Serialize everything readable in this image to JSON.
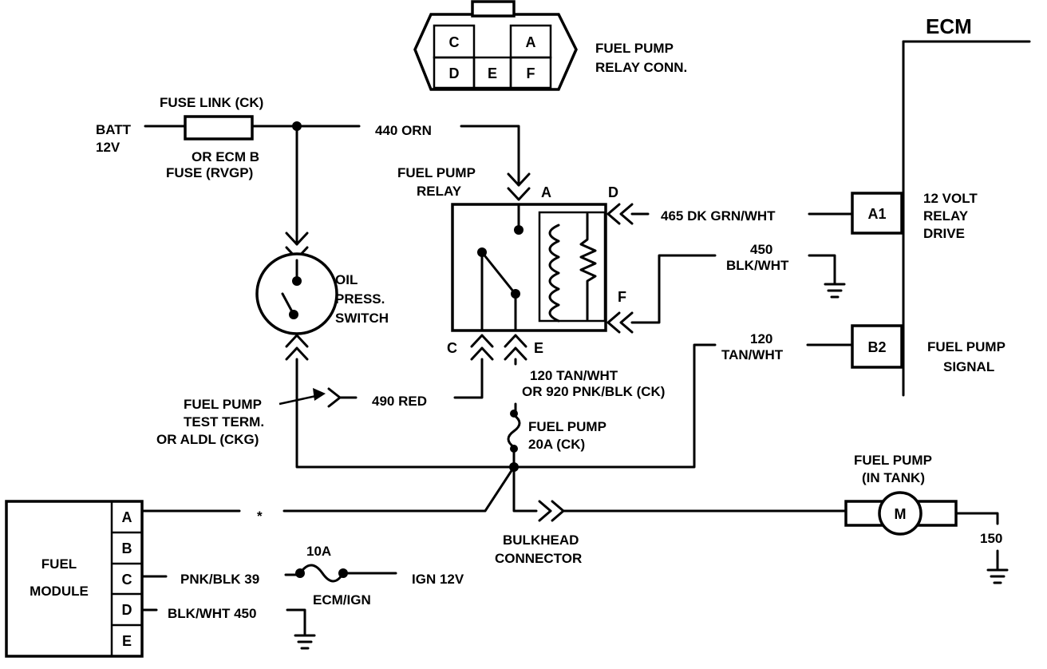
{
  "relay_connector": {
    "title_line1": "FUEL PUMP",
    "title_line2": "RELAY CONN.",
    "pins": [
      "C",
      "A",
      "D",
      "E",
      "F"
    ]
  },
  "ecm": {
    "title": "ECM",
    "pin_a1": "A1",
    "pin_b2": "B2",
    "a1_label_line1": "12 VOLT",
    "a1_label_line2": "RELAY",
    "a1_label_line3": "DRIVE",
    "b2_label_line1": "FUEL PUMP",
    "b2_label_line2": "SIGNAL"
  },
  "power": {
    "batt_line1": "BATT",
    "batt_line2": "12V",
    "fuse_link": "FUSE LINK (CK)",
    "fuse_alt_line1": "OR ECM B",
    "fuse_alt_line2": "FUSE (RVGP)",
    "wire_440": "440  ORN"
  },
  "relay": {
    "title_line1": "FUEL PUMP",
    "title_line2": "RELAY",
    "pin_a": "A",
    "pin_c": "C",
    "pin_d": "D",
    "pin_e": "E",
    "pin_f": "F"
  },
  "wires": {
    "w465": "465 DK GRN/WHT",
    "w450_line1": "450",
    "w450_line2": "BLK/WHT",
    "w120_line1": "120",
    "w120_line2": "TAN/WHT",
    "w490": "490  RED",
    "w120_920_line1": "120 TAN/WHT",
    "w120_920_line2": "OR 920 PNK/BLK (CK)",
    "pnk_blk_39": "PNK/BLK  39",
    "blk_wht_450": "BLK/WHT  450",
    "ign_12v": "IGN 12V",
    "ground_150": "150",
    "star": "*"
  },
  "oil_switch": {
    "line1": "OIL",
    "line2": "PRESS.",
    "line3": "SWITCH"
  },
  "test_terminal": {
    "line1": "FUEL PUMP",
    "line2": "TEST TERM.",
    "line3": "OR ALDL (CKG)"
  },
  "fuse_20a": {
    "line1": "FUEL PUMP",
    "line2": "20A (CK)"
  },
  "fuse_10a": {
    "rating": "10A",
    "name": "ECM/IGN"
  },
  "bulkhead": {
    "line1": "BULKHEAD",
    "line2": "CONNECTOR"
  },
  "fuel_pump": {
    "line1": "FUEL PUMP",
    "line2": "(IN TANK)",
    "motor": "M"
  },
  "fuel_module": {
    "line1": "FUEL",
    "line2": "MODULE",
    "pins": [
      "A",
      "B",
      "C",
      "D",
      "E"
    ]
  }
}
